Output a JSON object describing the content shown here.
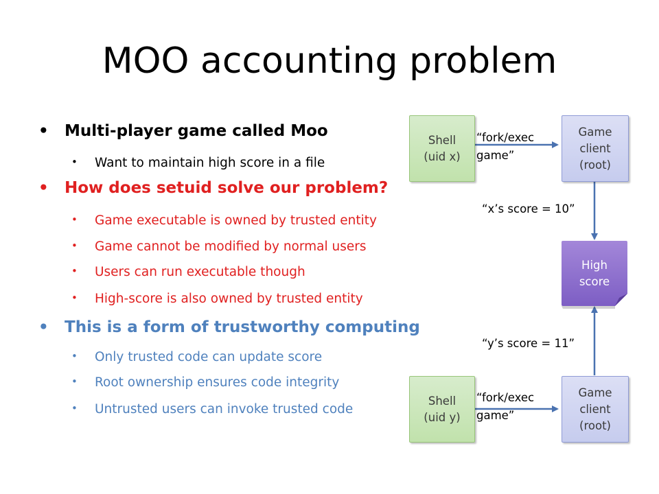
{
  "slide": {
    "title": "MOO accounting problem"
  },
  "bullets": [
    {
      "text": "Multi-player game called Moo",
      "color": "#000000",
      "sub": [
        "Want to maintain high score in a file"
      ]
    },
    {
      "text": "How does setuid solve our problem?",
      "color": "#e02020",
      "sub": [
        "Game executable is owned by trusted entity",
        "Game cannot be modified by normal users",
        "Users can run executable though",
        "High-score is also owned by trusted entity"
      ]
    },
    {
      "text": "This is a form of trustworthy computing",
      "color": "#4f81bd",
      "sub": [
        "Only trusted code can update score",
        "Root ownership ensures code integrity",
        "Untrusted users can invoke trusted code"
      ]
    }
  ],
  "diagram": {
    "shell_x": {
      "line1": "Shell",
      "line2": "(uid x)"
    },
    "shell_y": {
      "line1": "Shell",
      "line2": "(uid y)"
    },
    "game_client_top": {
      "line1": "Game",
      "line2": "client",
      "line3": "(root)"
    },
    "game_client_bottom": {
      "line1": "Game",
      "line2": "client",
      "line3": "(root)"
    },
    "high_score": {
      "line1": "High",
      "line2": "score"
    },
    "label_fork_top": {
      "line1": "“fork/exec",
      "line2": "game”"
    },
    "label_fork_bottom": {
      "line1": "“fork/exec",
      "line2": "game”"
    },
    "label_x_score": "“x’s score = 10”",
    "label_y_score": "“y’s score = 11”"
  },
  "colors": {
    "arrow": "#4a72b0",
    "accent_red": "#e02020",
    "accent_blue": "#4f81bd"
  }
}
